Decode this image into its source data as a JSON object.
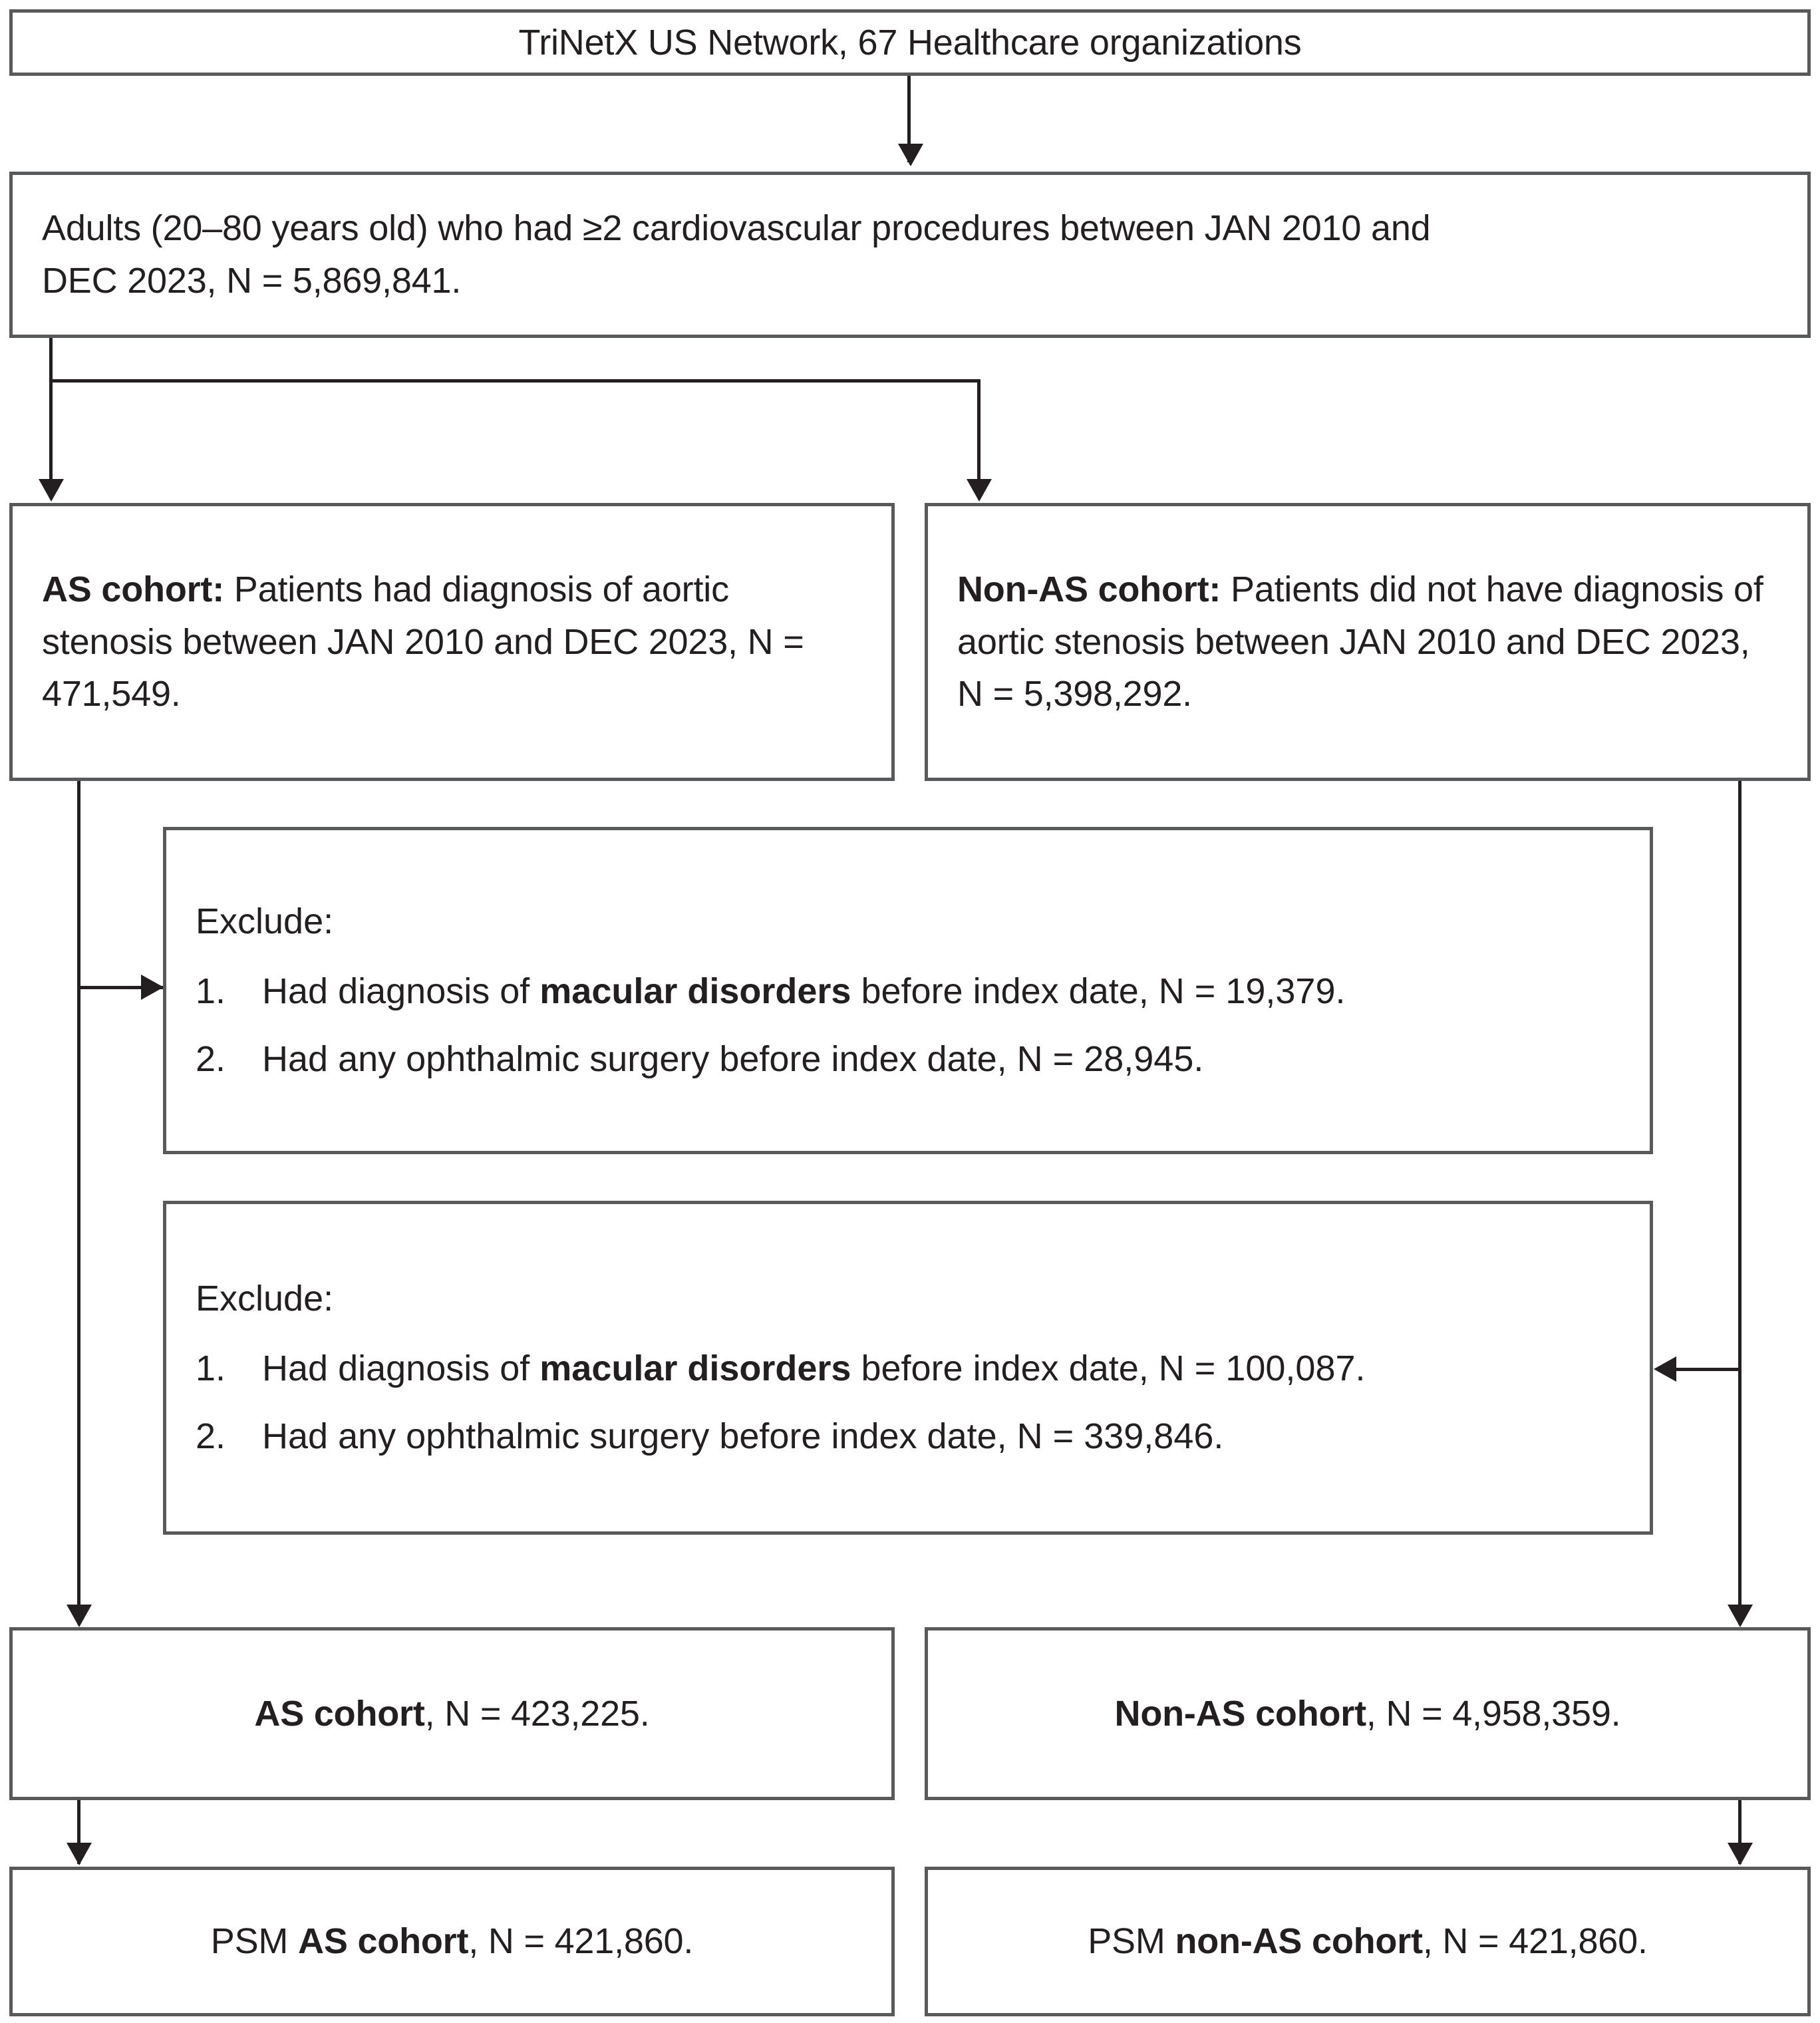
{
  "figure": {
    "type": "flowchart",
    "title": "Study cohort selection flow diagram",
    "colors": {
      "box_border": "#58595b",
      "line": "#231f20",
      "text": "#231f20",
      "background": "#ffffff"
    }
  },
  "nodes": {
    "source": {
      "label": "TriNetX US Network, 67 Healthcare organizations"
    },
    "eligible": {
      "line1": "Adults (20–80 years old) who had ≥2 cardiovascular procedures between JAN 2010 and",
      "line2": "DEC 2023, N = 5,869,841."
    },
    "as_cohort": {
      "bold": "AS cohort:",
      "rest": " Patients had diagnosis of aortic stenosis between JAN 2010 and DEC 2023, N = 471,549."
    },
    "non_as_cohort": {
      "bold": "Non-AS cohort:",
      "rest": " Patients did not have diagnosis of aortic stenosis between JAN 2010 and DEC 2023, N = 5,398,292."
    },
    "exclude_as": {
      "heading": "Exclude:",
      "items": [
        {
          "num": "1.",
          "pre": "Had diagnosis of ",
          "bold": "macular disorders",
          "post": " before index date,  N = 19,379."
        },
        {
          "num": "2.",
          "pre": "Had any ophthalmic surgery before index date, N = 28,945.",
          "bold": "",
          "post": ""
        }
      ]
    },
    "exclude_non_as": {
      "heading": "Exclude:",
      "items": [
        {
          "num": "1.",
          "pre": "Had diagnosis of ",
          "bold": "macular disorders",
          "post": " before index date, N = 100,087."
        },
        {
          "num": "2.",
          "pre": "Had any ophthalmic surgery before index date, N = 339,846.",
          "bold": "",
          "post": ""
        }
      ]
    },
    "as_final": {
      "bold": "AS cohort",
      "rest": ", N = 423,225."
    },
    "non_as_final": {
      "bold": "Non-AS cohort",
      "rest": ", N = 4,958,359."
    },
    "psm_as": {
      "pre": "PSM ",
      "bold": "AS cohort",
      "rest": ", N = 421,860."
    },
    "psm_non_as": {
      "pre": "PSM ",
      "bold": "non-AS cohort",
      "rest": ", N = 421,860."
    }
  },
  "chart_data": {
    "type": "flowchart",
    "title": "Study cohort selection flow diagram",
    "counts": {
      "eligible_adults": 5869841,
      "as_cohort_initial": 471549,
      "non_as_cohort_initial": 5398292,
      "as_excluded_macular_disorders": 19379,
      "as_excluded_ophthalmic_surgery": 28945,
      "non_as_excluded_macular_disorders": 100087,
      "non_as_excluded_ophthalmic_surgery": 339846,
      "as_cohort_final": 423225,
      "non_as_cohort_final": 4958359,
      "psm_as_cohort": 421860,
      "psm_non_as_cohort": 421860
    },
    "healthcare_organizations": 67,
    "age_range": "20-80 years old",
    "date_range": "JAN 2010 - DEC 2023",
    "min_cardiovascular_procedures": 2,
    "edges": [
      [
        "source",
        "eligible"
      ],
      [
        "eligible",
        "as_cohort"
      ],
      [
        "eligible",
        "non_as_cohort"
      ],
      [
        "as_cohort",
        "exclude_as"
      ],
      [
        "as_cohort",
        "as_final"
      ],
      [
        "non_as_cohort",
        "exclude_non_as"
      ],
      [
        "non_as_cohort",
        "non_as_final"
      ],
      [
        "as_final",
        "psm_as"
      ],
      [
        "non_as_final",
        "psm_non_as"
      ]
    ]
  }
}
